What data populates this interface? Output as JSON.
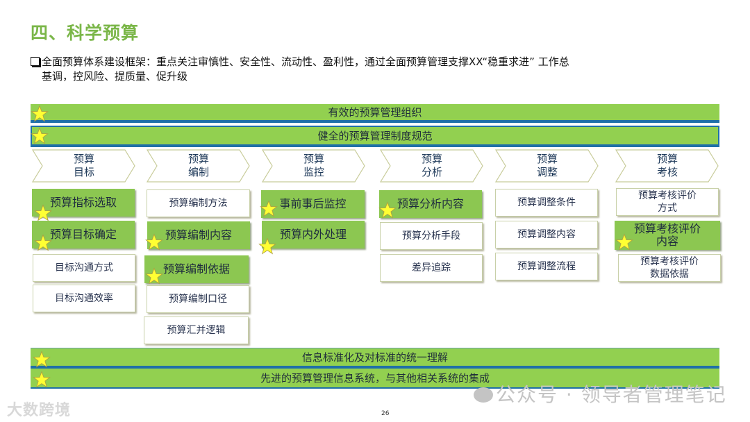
{
  "page": {
    "title": "四、科学预算",
    "subtitle_line1": "全面预算体系建设框架：重点关注审慎性、安全性、流动性、盈利性，通过全面预算管理支撑XX“稳重求进” 工作总",
    "subtitle_line2": "基调，控风险、提质量、促升级",
    "page_number": "26"
  },
  "top_bands": [
    {
      "label": "有效的预算管理组织",
      "starred": true
    },
    {
      "label": "健全的预算管理制度规范",
      "starred": true
    }
  ],
  "bottom_bands": [
    {
      "label": "信息标准化及对标准的统一理解",
      "starred": true
    },
    {
      "label": "先进的预算管理信息系统，与其他相关系统的集成",
      "starred": true
    }
  ],
  "columns": [
    {
      "header_l1": "预算",
      "header_l2": "目标",
      "items": [
        {
          "label": "预算指标选取",
          "highlight": true,
          "starred": true
        },
        {
          "label": "预算目标确定",
          "highlight": true,
          "starred": true
        },
        {
          "label": "目标沟通方式",
          "highlight": false
        },
        {
          "label": "目标沟通效率",
          "highlight": false
        }
      ]
    },
    {
      "header_l1": "预算",
      "header_l2": "编制",
      "items": [
        {
          "label": "预算编制方法",
          "highlight": false
        },
        {
          "label": "预算编制内容",
          "highlight": true,
          "starred": true
        },
        {
          "label": "预算编制依据",
          "highlight": true,
          "starred": true
        },
        {
          "label": "预算编制口径",
          "highlight": false
        },
        {
          "label": "预算汇并逻辑",
          "highlight": false
        }
      ]
    },
    {
      "header_l1": "预算",
      "header_l2": "监控",
      "items": [
        {
          "label": "事前事后监控",
          "highlight": true,
          "starred": true
        },
        {
          "label": "预算内外处理",
          "highlight": true,
          "starred": true
        }
      ]
    },
    {
      "header_l1": "预算",
      "header_l2": "分析",
      "items": [
        {
          "label": "预算分析内容",
          "highlight": true,
          "starred": true
        },
        {
          "label": "预算分析手段",
          "highlight": false
        },
        {
          "label": "差异追踪",
          "highlight": false
        }
      ]
    },
    {
      "header_l1": "预算",
      "header_l2": "调整",
      "items": [
        {
          "label": "预算调整条件",
          "highlight": false
        },
        {
          "label": "预算调整内容",
          "highlight": false
        },
        {
          "label": "预算调整流程",
          "highlight": false
        }
      ]
    },
    {
      "header_l1": "预算",
      "header_l2": "考核",
      "items": [
        {
          "label": "预算考核评价方式",
          "line1": "预算考核评价",
          "line2": "方式",
          "highlight": false
        },
        {
          "label": "预算考核评价内容",
          "line1": "预算考核评价",
          "line2": "内容",
          "highlight": true,
          "starred": true
        },
        {
          "label": "预算考核评价数据依据",
          "line1": "预算考核评价",
          "line2": "数据依据",
          "highlight": false
        }
      ]
    }
  ],
  "watermarks": {
    "left": "大数跨境",
    "right": "公众号 · 领导者管理笔记"
  },
  "colors": {
    "title_green": "#7ab648",
    "band_green": "#92d050",
    "box_green": "#8cc751",
    "band_border_blue": "#1f6fa8",
    "star_yellow": "#ffff33"
  }
}
